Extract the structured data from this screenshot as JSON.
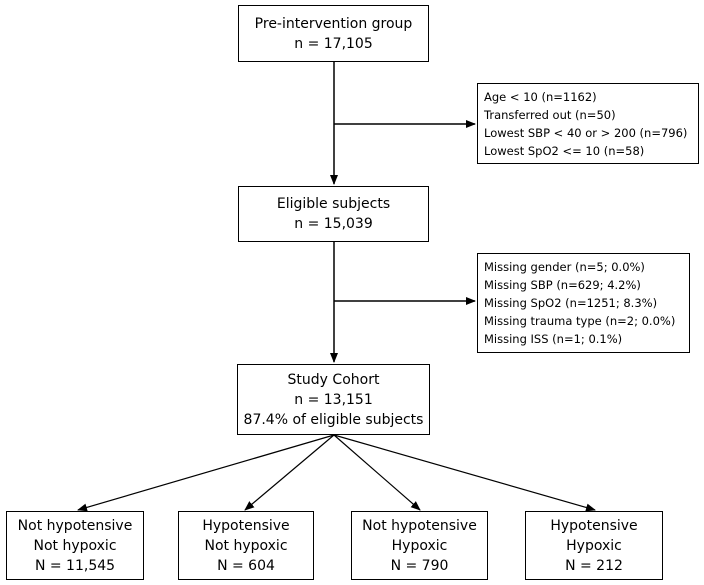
{
  "boxes": {
    "pre": {
      "title": "Pre-intervention group",
      "n": "n = 17,105"
    },
    "exclusion1": {
      "lines": [
        "Age < 10 (n=1162)",
        "Transferred out (n=50)",
        "Lowest SBP < 40 or > 200 (n=796)",
        "Lowest SpO2 <= 10 (n=58)"
      ]
    },
    "eligible": {
      "title": "Eligible subjects",
      "n": "n = 15,039"
    },
    "exclusion2": {
      "lines": [
        "Missing gender (n=5; 0.0%)",
        "Missing SBP (n=629; 4.2%)",
        "Missing SpO2 (n=1251; 8.3%)",
        "Missing trauma type (n=2; 0.0%)",
        "Missing ISS (n=1; 0.1%)"
      ]
    },
    "cohort": {
      "title": "Study Cohort",
      "n": "n = 13,151",
      "pct": "87.4% of eligible subjects"
    },
    "groups": [
      {
        "line1": "Not hypotensive",
        "line2": "Not hypoxic",
        "n": "N = 11,545"
      },
      {
        "line1": "Hypotensive",
        "line2": "Not hypoxic",
        "n": "N = 604"
      },
      {
        "line1": "Not hypotensive",
        "line2": "Hypoxic",
        "n": "N = 790"
      },
      {
        "line1": "Hypotensive",
        "line2": "Hypoxic",
        "n": "N = 212"
      }
    ]
  }
}
